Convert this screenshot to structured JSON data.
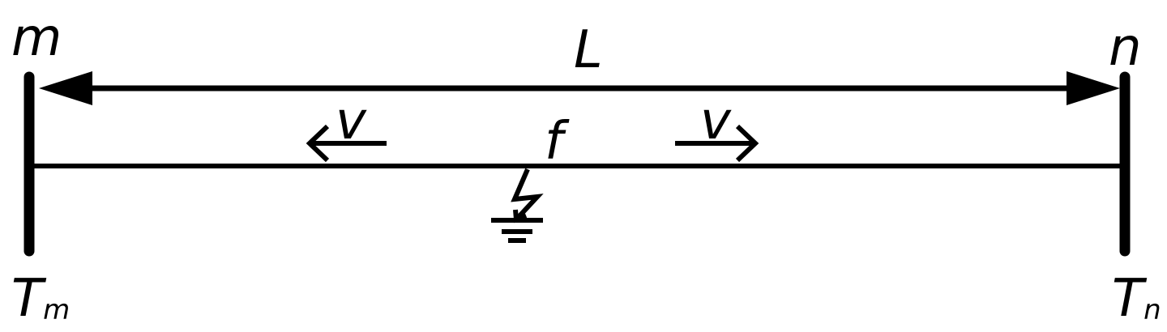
{
  "colors": {
    "ink": "#000000",
    "background": "#ffffff"
  },
  "labels": {
    "left_bus": "m",
    "right_bus": "n",
    "length": "L",
    "fault": "f",
    "velocity_left": "v",
    "velocity_right": "v",
    "left_time_main": "T",
    "left_time_sub": "m",
    "right_time_main": "T",
    "right_time_sub": "n"
  },
  "icons": {
    "fault": "lightning-fault-icon",
    "ground": "ground-icon"
  }
}
